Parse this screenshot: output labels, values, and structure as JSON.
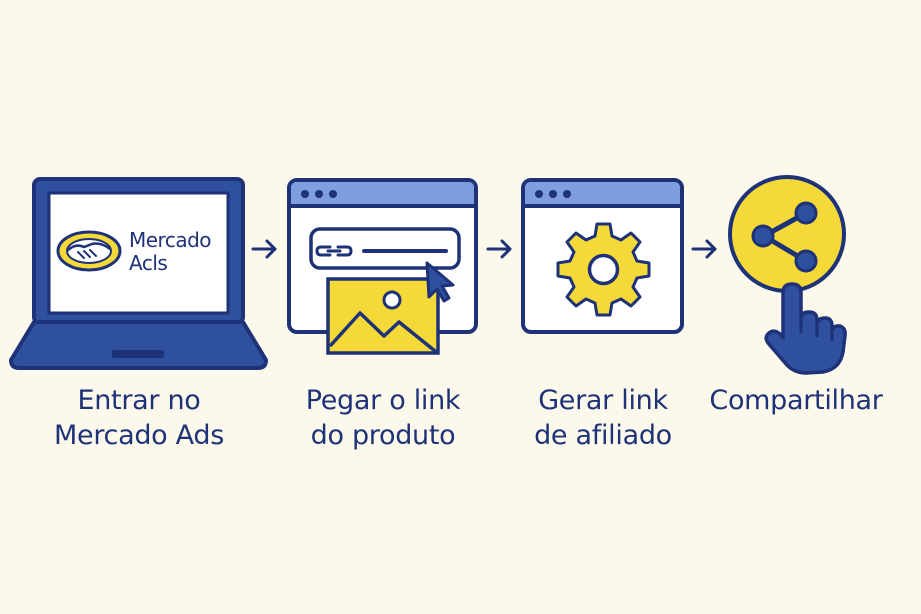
{
  "colors": {
    "background": "#fcf9ec",
    "navy": "#1e3278",
    "blue": "#2f4f9f",
    "light_blue": "#7f9ee0",
    "yellow": "#f5d939",
    "white": "#ffffff"
  },
  "steps": [
    {
      "icon": "laptop-icon",
      "label_lines": [
        "Entrar no",
        "Mercado Ads"
      ],
      "logo_lines": [
        "Mercado",
        "Acls"
      ]
    },
    {
      "icon": "browser-link-icon",
      "label_lines": [
        "Pegar o link",
        "do produto"
      ]
    },
    {
      "icon": "browser-gear-icon",
      "label_lines": [
        "Gerar link",
        "de afiliado"
      ]
    },
    {
      "icon": "share-hand-icon",
      "label_lines": [
        "Compartilhar"
      ]
    }
  ],
  "arrows": [
    "arrow-right-icon",
    "arrow-right-icon",
    "arrow-right-icon"
  ]
}
